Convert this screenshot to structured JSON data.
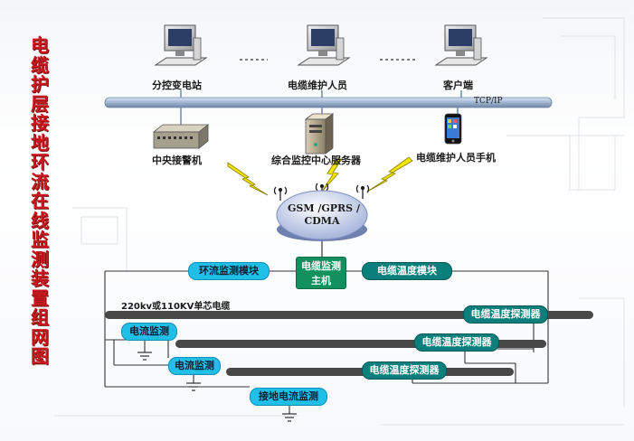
{
  "title_chars": [
    "电",
    "缆",
    "护",
    "层",
    "接",
    "地",
    "环",
    "流",
    "在",
    "线",
    "监",
    "测",
    "装",
    "置",
    "组",
    "网",
    "图"
  ],
  "top_nodes": {
    "substation": "分控变电站",
    "maintenance": "电缆维护人员",
    "client": "客户端"
  },
  "network_bus": "TCP/IP",
  "middle_nodes": {
    "alarm": "中央接警机",
    "server": "综合监控中心服务器",
    "phone": "电缆维护人员手机"
  },
  "cloud_lines": [
    "GSM /GPRS /",
    "CDMA"
  ],
  "host_lines": [
    "电缆监测",
    "主机"
  ],
  "modules": {
    "circulation": "环流监测模块",
    "temperature": "电缆温度模块"
  },
  "cable_label": "220kv或110KV单芯电缆",
  "sensors": {
    "current_1": "电流监测",
    "current_2": "电流监测",
    "ground_current": "接地电流监测",
    "temp_1": "电缆温度探测器",
    "temp_2": "电缆温度探测器",
    "temp_3": "电缆温度探测器"
  },
  "icons": {
    "computer": "desktop-computer-icon",
    "alarm_device": "rack-device-icon",
    "server": "tower-server-icon",
    "phone": "smartphone-icon",
    "lightning": "lightning-icon",
    "antenna": "antenna-icon",
    "ground": "ground-icon"
  },
  "colors": {
    "title": "#c8191e",
    "bus": "#9fb3cf",
    "cloud": "#aebbe0",
    "cyan_module": "#20bfe8",
    "teal_module": "#0b7f7c",
    "host": "#12915e",
    "cable": "#474747",
    "lightning": "#f2e600"
  }
}
